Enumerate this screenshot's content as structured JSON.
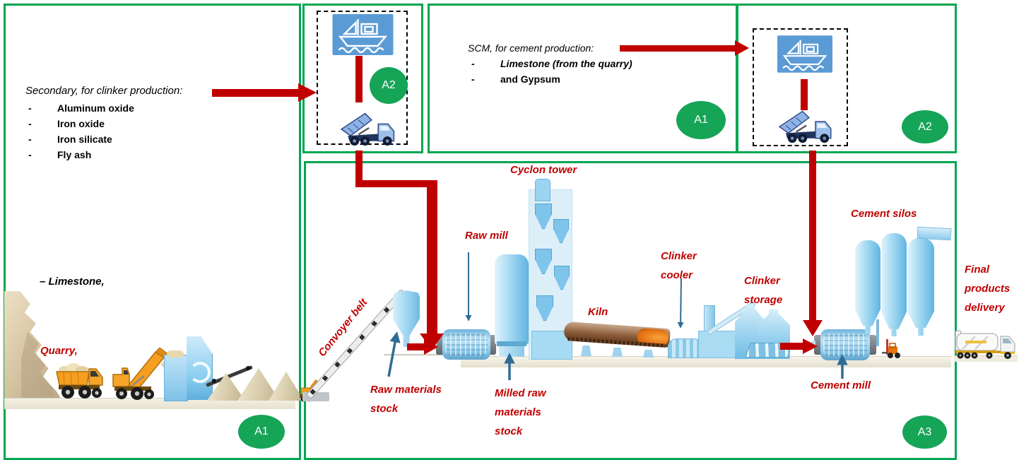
{
  "ui": {
    "dash": "-"
  },
  "colors": {
    "box_green": "#00A651",
    "badge_green": "#16A457",
    "flow_red": "#C00000",
    "ship_blue": "#5B9BD5",
    "plant_blue": "#8CCBEC"
  },
  "left_box": {
    "intro": "Secondary, for clinker production:",
    "items": [
      "Aluminum oxide",
      "Iron oxide",
      "Iron silicate",
      "Fly ash"
    ],
    "limestone_note": "–  Limestone,",
    "quarry_label": "Quarry,",
    "badge": "A1"
  },
  "supplier_left": {
    "badge": "A2"
  },
  "scm_box": {
    "intro": "SCM, for cement production:",
    "items": [
      "Limestone (from the quarry)",
      "and Gypsum"
    ],
    "badge": "A1"
  },
  "supplier_right": {
    "badge": "A2"
  },
  "plant": {
    "badge": "A3",
    "labels": {
      "conveyor": "Convoyer belt",
      "raw_stock": "Raw materials stock",
      "raw_mill": "Raw mill",
      "milled_stock": "Milled raw materials stock",
      "cyclon": "Cyclon tower",
      "kiln": "Kiln",
      "cooler": "Clinker cooler",
      "storage": "Clinker storage",
      "cement_mill": "Cement mill",
      "silos": "Cement silos"
    }
  },
  "final_delivery_label": "Final products delivery",
  "icons": {
    "ship": "ship-icon",
    "dump_truck": "dump-truck-icon",
    "quarry_truck": "quarry-truck-icon",
    "crusher": "crusher-icon",
    "forklift": "forklift-icon",
    "delivery_truck": "delivery-truck-icon",
    "excavator": "excavator-icon"
  }
}
